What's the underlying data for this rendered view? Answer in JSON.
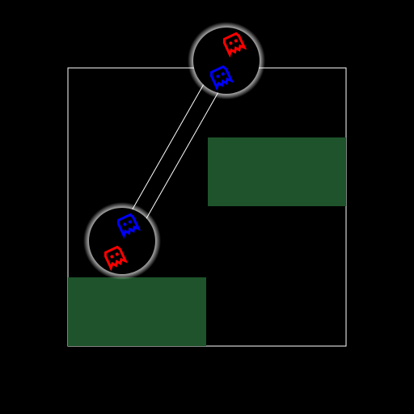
{
  "colors": {
    "background": "#000000",
    "boundary": "#ffffff",
    "block": "#1e532b",
    "portal_fill": "#000000",
    "portal_glow": "#ffffff",
    "red_agent": "#ff0000",
    "blue_agent": "#0000ff",
    "tether": "#ffffff"
  },
  "icons": {
    "agent": "pacman-ghost-icon",
    "portal": "circle-portal-icon"
  },
  "scene": {
    "portals": [
      {
        "id": "portal-top",
        "contains": [
          "red_agent_top",
          "blue_agent_top"
        ]
      },
      {
        "id": "portal-bottom",
        "contains": [
          "blue_agent_bottom",
          "red_agent_bottom"
        ]
      }
    ],
    "blocks": [
      {
        "id": "block-right-upper"
      },
      {
        "id": "block-left-lower"
      }
    ],
    "agents": [
      {
        "id": "red_agent_top",
        "color": "red"
      },
      {
        "id": "blue_agent_top",
        "color": "blue"
      },
      {
        "id": "blue_agent_bottom",
        "color": "blue"
      },
      {
        "id": "red_agent_bottom",
        "color": "red"
      }
    ]
  }
}
